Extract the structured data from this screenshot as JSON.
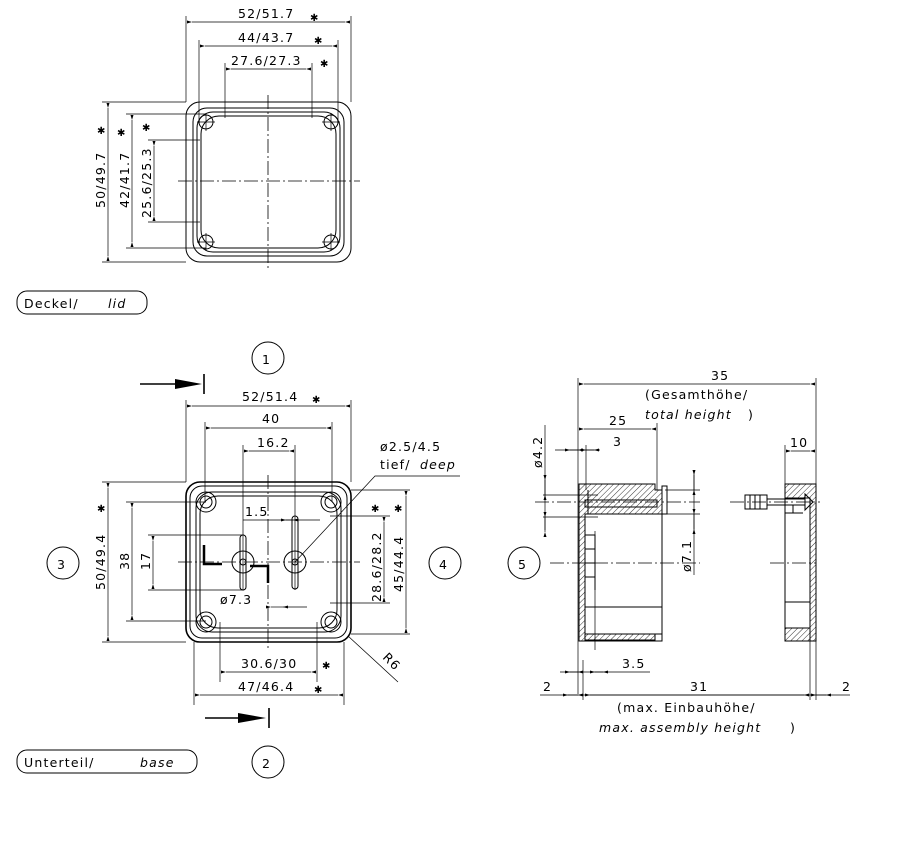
{
  "symbols": {
    "star": "✱"
  },
  "lid": {
    "label_de": "Deckel/",
    "label_en": "lid",
    "dims": {
      "width_outer": "52/51.7",
      "width_holes": "44/43.7",
      "width_inner": "27.6/27.3",
      "height_outer": "50/49.7",
      "height_holes": "42/41.7",
      "height_inner": "25.6/25.3"
    }
  },
  "base": {
    "label_de": "Unterteil/",
    "label_en": "base",
    "dims": {
      "width_outer": "52/51.4",
      "width_holes": "40",
      "slot_spacing": "16.2",
      "offset": "1.5",
      "height_outer": "50/49.4",
      "height_holes": "38",
      "slot_length": "17",
      "boss_dia": "ø7.3",
      "inner_height": "28.6/28.2",
      "inner_height2": "45/44.4",
      "inner_width": "30.6/30",
      "width_bottom": "47/46.4",
      "radius": "R6"
    },
    "hole_note_1": "ø2.5/4.5",
    "hole_note_2_de": "tief/",
    "hole_note_2_en": "deep"
  },
  "views": [
    "1",
    "2",
    "3",
    "4",
    "5"
  ],
  "side": {
    "total": "35",
    "total_de": "(Gesamthöhe/",
    "total_en": "total height",
    "total_close": ")",
    "base_depth": "25",
    "wall": "3",
    "hole_dia": "ø4.2",
    "boss_dia": "ø7.1",
    "lid_depth": "10",
    "step": "3.5",
    "gap_left": "2",
    "assembly": "31",
    "gap_right": "2",
    "assembly_de": "(max. Einbauhöhe/",
    "assembly_en": "max. assembly height",
    "assembly_close": ")"
  }
}
